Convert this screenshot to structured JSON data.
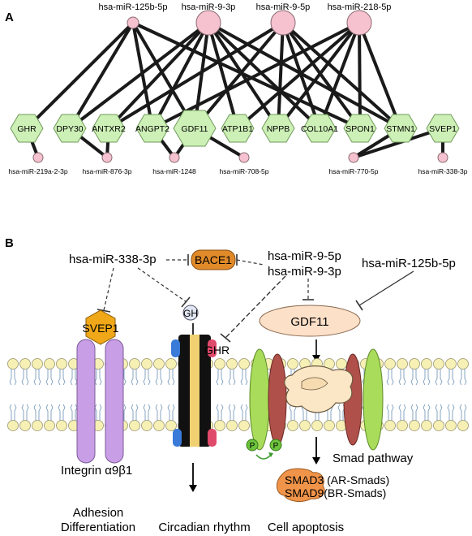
{
  "panel_a": {
    "letter": "A",
    "top_mirnas": [
      "hsa-miR-125b-5p",
      "hsa-miR-9-3p",
      "hsa-miR-9-5p",
      "hsa-miR-218-5p"
    ],
    "genes": [
      "GHR",
      "DPY30",
      "ANTXR2",
      "ANGPT2",
      "GDF11",
      "ATP1B1",
      "NPPB",
      "COL10A1",
      "SPON1",
      "STMN1",
      "SVEP1"
    ],
    "bottom_mirnas": [
      "hsa-miR-219a-2-3p",
      "hsa-miR-876-3p",
      "hsa-miR-1248",
      "hsa-miR-708-5p",
      "hsa-miR-770-5p",
      "hsa-miR-338-3p"
    ],
    "colors": {
      "mirna_fill": "#f6c2cf",
      "mirna_stroke": "#8a6a72",
      "gene_fill": "#cdf0b6",
      "gene_stroke": "#6f9a5a",
      "edge": "#1a1a1a"
    }
  },
  "panel_b": {
    "letter": "B",
    "mir_338": "hsa-miR-338-3p",
    "bace1": "BACE1",
    "mir_9_5p": "hsa-miR-9-5p",
    "mir_9_3p": "hsa-miR-9-3p",
    "mir_125b": "hsa-miR-125b-5p",
    "svep1": "SVEP1",
    "gh": "GH",
    "ghr": "GHR",
    "gdf11": "GDF11",
    "integrin": "Integrin α9β1",
    "smad_pathway": "Smad pathway",
    "smad3": "SMAD3 (AR-Smads)",
    "smad9": "SMAD9(BR-Smads)",
    "p_label": "P",
    "adhesion": "Adhesion",
    "differentiation": "Differentiation",
    "circadian": "Circadian rhythm",
    "apoptosis": "Cell apoptosis",
    "colors": {
      "bace1": "#e08a2a",
      "svep1": "#f0a818",
      "gdf11": "#fde0c8",
      "integrin": "#c89ee6",
      "receptor_green": "#a8dc5a",
      "receptor_red": "#b0504a",
      "smad": "#f0944a",
      "membrane": "#f6f0b4",
      "phospho": "#6cc43c"
    }
  }
}
